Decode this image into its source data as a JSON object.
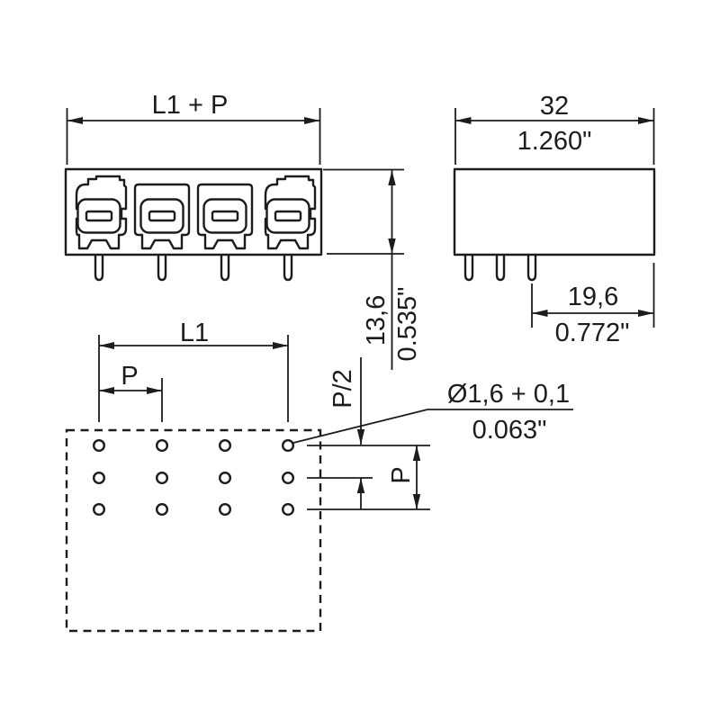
{
  "title": "connector-dimension-drawing",
  "colors": {
    "background": "#ffffff",
    "line": "#1c1c1c"
  },
  "views": {
    "front": {
      "name": "front-view",
      "positions": 4,
      "dims": {
        "overall_width": "L1 + P"
      }
    },
    "side": {
      "name": "side-view",
      "pins": 3,
      "dims": {
        "width_mm": "32",
        "width_inch": "1.260\"",
        "height_mm": "13,6",
        "height_inch": "0.535\"",
        "pin_span_mm": "19,6",
        "pin_span_inch": "0.772\""
      }
    },
    "plan": {
      "name": "drilling-plan",
      "hole_columns": 4,
      "hole_rows": 3,
      "dims": {
        "length": "L1",
        "pitch": "P",
        "half_pitch": "P/2",
        "row_pitch": "P",
        "hole_diameter_mm": "Ø1,6 + 0,1",
        "hole_diameter_inch": "0.063\""
      }
    }
  }
}
